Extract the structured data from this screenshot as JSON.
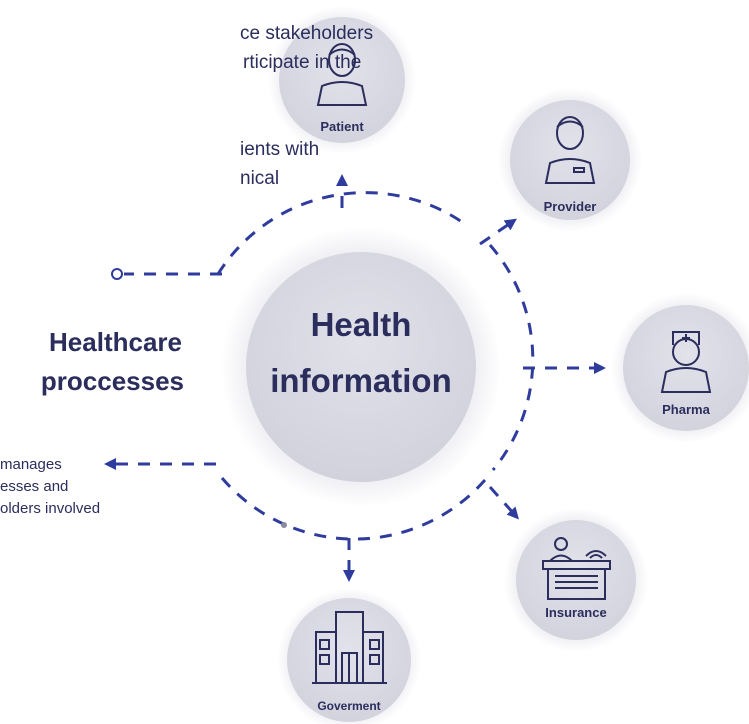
{
  "intro_text": {
    "line1": "ce stakeholders",
    "line2": "rticipate in the",
    "line3": "ients with",
    "line4": "nical"
  },
  "side_title": {
    "line1": "Healthcare",
    "line2": "proccesses"
  },
  "side_desc": {
    "line1": "manages",
    "line2": "esses and",
    "line3": "olders involved"
  },
  "center": {
    "line1": "Health",
    "line2": "information"
  },
  "stakeholders": {
    "patient": "Patient",
    "provider": "Provider",
    "pharma": "Pharma",
    "insurance": "Insurance",
    "government": "Goverment"
  },
  "colors": {
    "primary": "#2b2d5c",
    "dash": "#2f3c9e",
    "circle_fill": "#dcdce6"
  }
}
